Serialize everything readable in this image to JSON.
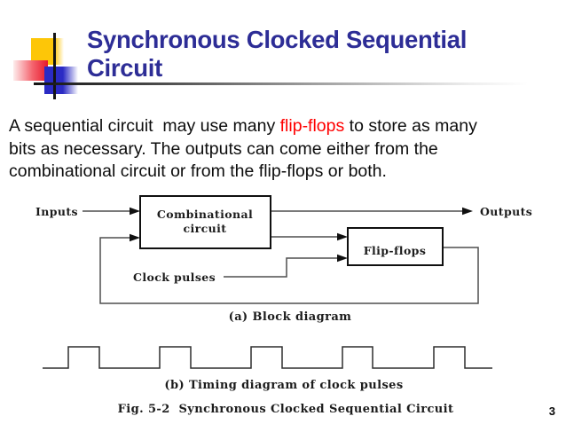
{
  "slide": {
    "title": "Synchronous Clocked Sequential Circuit",
    "page_number": "3"
  },
  "body": {
    "lines": [
      {
        "pre": "A sequential circuit  may use many ",
        "red": "flip-flops",
        "post": " to store as many"
      },
      {
        "pre": "bits as necessary. The outputs can come either from the",
        "red": "",
        "post": ""
      },
      {
        "pre": "combinational circuit or from the flip-flops or both.",
        "red": "",
        "post": ""
      }
    ]
  },
  "diagram": {
    "labels": {
      "inputs": "Inputs",
      "outputs": "Outputs",
      "clock_pulses": "Clock pulses",
      "combinational_line1": "Combinational",
      "combinational_line2": "circuit",
      "flip_flops": "Flip-flops"
    },
    "captions": {
      "block": "(a) Block diagram",
      "timing": "(b) Timing diagram of clock pulses",
      "figure": "Fig. 5-2  Synchronous Clocked Sequential Circuit"
    }
  },
  "colors": {
    "title": "#2d2d96",
    "highlight": "#ff0000",
    "accent_yellow": "#fdc608",
    "accent_red": "#e8182b",
    "accent_blue": "#2b2bc4"
  }
}
